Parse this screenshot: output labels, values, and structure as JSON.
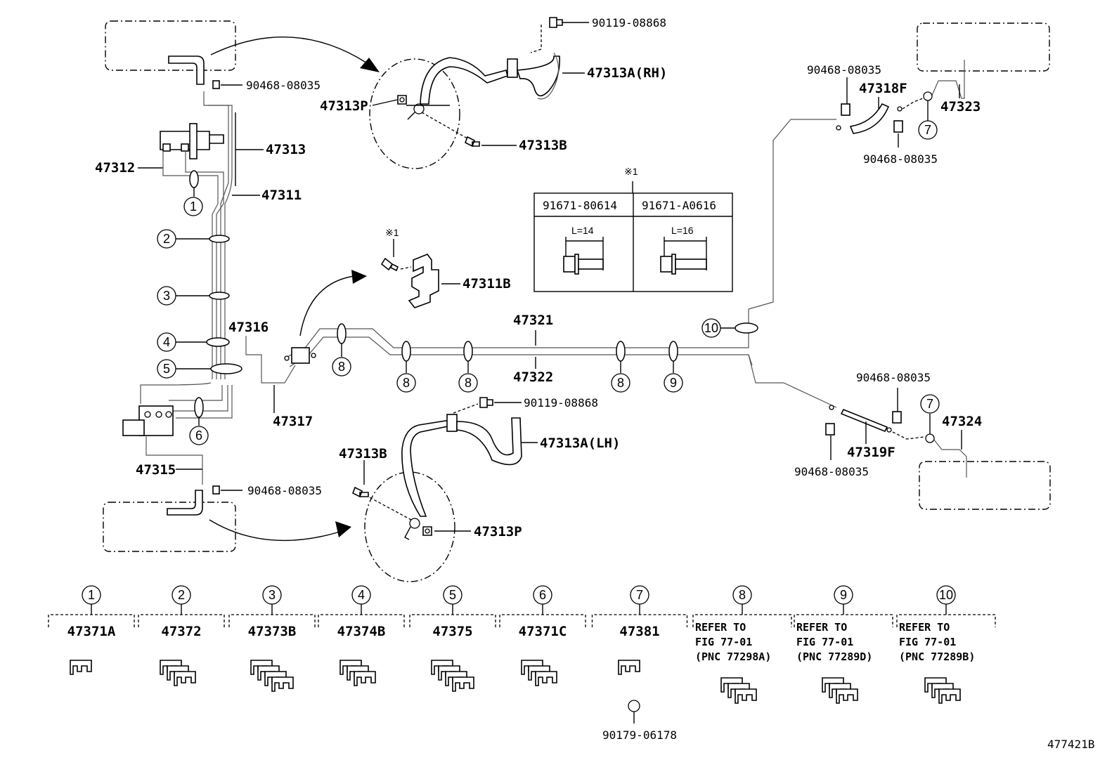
{
  "labels": {
    "p47313": "47313",
    "p47312": "47312",
    "p47311": "47311",
    "p47316": "47316",
    "p47317": "47317",
    "p47315": "47315",
    "p47313P_top": "47313P",
    "p47313A_RH": "47313A(RH)",
    "p47313B_top": "47313B",
    "p47311B": "47311B",
    "p47321": "47321",
    "p47322": "47322",
    "p47313A_LH": "47313A(LH)",
    "p47313B_bot": "47313B",
    "p47313P_bot": "47313P",
    "p47318F": "47318F",
    "p47323": "47323",
    "p47319F": "47319F",
    "p47324": "47324",
    "b90119_top": "90119-08868",
    "b90119_mid": "90119-08868",
    "c90468_tl": "90468-08035",
    "c90468_bl": "90468-08035",
    "c90468_tr1": "90468-08035",
    "c90468_tr2": "90468-08035",
    "c90468_br1": "90468-08035",
    "c90468_br2": "90468-08035",
    "star_mark_table": "※1",
    "star_mark_bolt": "※1",
    "figure_id": "477421B"
  },
  "callouts": [
    "1",
    "2",
    "3",
    "4",
    "5",
    "6",
    "7",
    "8",
    "8",
    "8",
    "8",
    "8",
    "9",
    "10",
    "7",
    "7"
  ],
  "bolt_table": {
    "columns": [
      "91671-80614",
      "91671-A0616"
    ],
    "lengths": [
      "L=14",
      "L=16"
    ]
  },
  "clamp_legend": [
    {
      "num": "1",
      "part": "47371A"
    },
    {
      "num": "2",
      "part": "47372"
    },
    {
      "num": "3",
      "part": "47373B"
    },
    {
      "num": "4",
      "part": "47374B"
    },
    {
      "num": "5",
      "part": "47375"
    },
    {
      "num": "6",
      "part": "47371C"
    },
    {
      "num": "7",
      "part": "47381",
      "sub": "90179-06178"
    },
    {
      "num": "8",
      "ref": [
        "REFER TO",
        "FIG 77-01",
        "(PNC 77298A)"
      ]
    },
    {
      "num": "9",
      "ref": [
        "REFER TO",
        "FIG 77-01",
        "(PNC 77289D)"
      ]
    },
    {
      "num": "10",
      "ref": [
        "REFER TO",
        "FIG 77-01",
        "(PNC 77289B)"
      ]
    }
  ]
}
